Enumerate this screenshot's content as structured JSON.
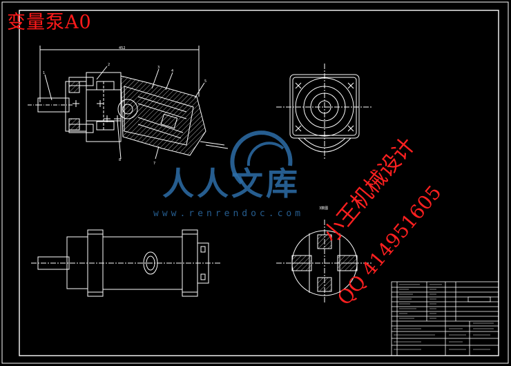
{
  "drawing": {
    "title": "变量泵A0",
    "view_label": "3数图"
  },
  "watermark": {
    "brand": "人人文库",
    "url": "www.renrendoc.com"
  },
  "stamp": {
    "line1": "小王机械设计",
    "line2": "QQ 414951605"
  },
  "colors": {
    "background": "#000000",
    "drawing_lines": "#ffffff",
    "title_text": "#ff1a1a",
    "watermark": "#2d6ea8",
    "stamp": "#ff2020"
  },
  "icons": [
    "watermark-logo-icon"
  ]
}
